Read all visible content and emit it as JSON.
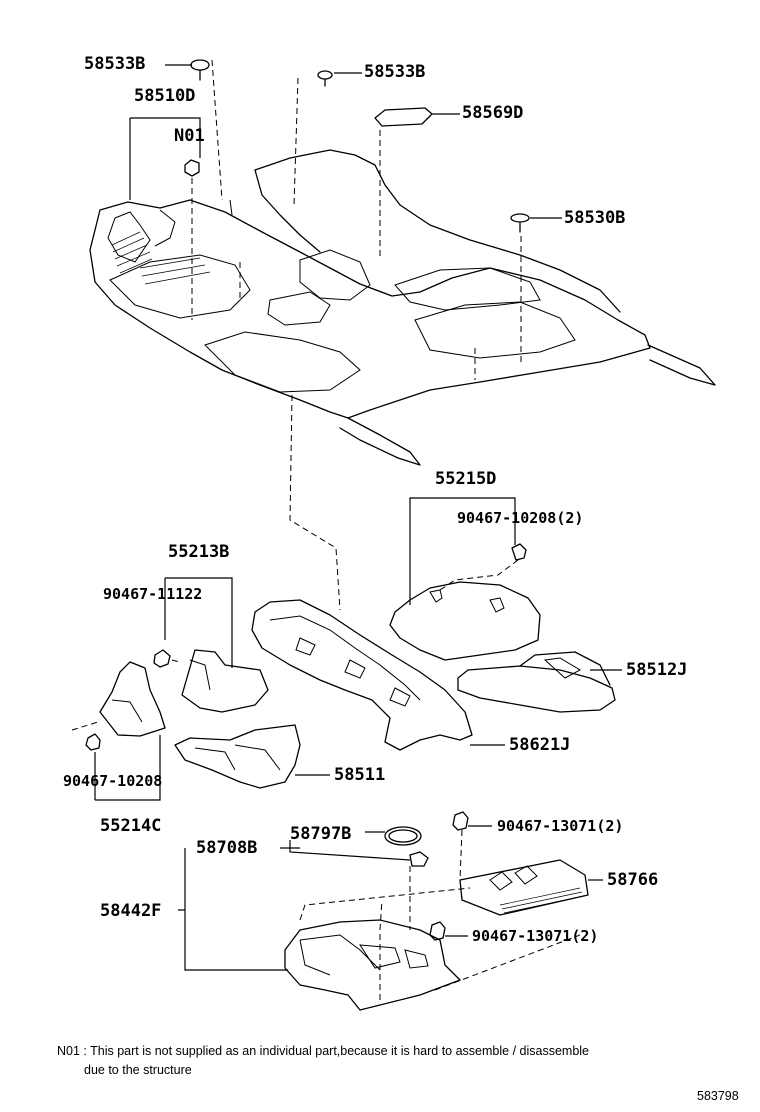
{
  "labels": {
    "p58533B_left": "58533B",
    "p58510D": "58510D",
    "pN01": "N01",
    "p58533B_right": "58533B",
    "p58569D": "58569D",
    "p58530B": "58530B",
    "p55215D": "55215D",
    "p90467_10208_2": "90467-10208(2)",
    "p55213B": "55213B",
    "p90467_11122": "90467-11122",
    "p58512J": "58512J",
    "p58621J": "58621J",
    "p58511": "58511",
    "p90467_10208": "90467-10208",
    "p55214C": "55214C",
    "p58797B": "58797B",
    "p58708B": "58708B",
    "p90467_13071_top": "90467-13071(2)",
    "p58766": "58766",
    "p58442F": "58442F",
    "p90467_13071_bottom": "90467-13071(2)"
  },
  "footnote": {
    "line1": "N01 : This part is not supplied as an individual part,because it is hard to assemble / disassemble",
    "line2": "due to the structure"
  },
  "diagram_id": "583798"
}
